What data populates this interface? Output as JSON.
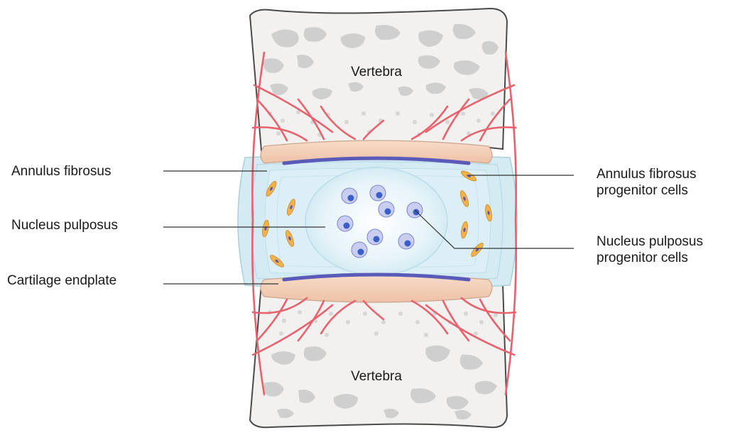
{
  "labels": {
    "vertebra_top": "Vertebra",
    "vertebra_bottom": "Vertebra",
    "annulus_fibrosus": "Annulus fibrosus",
    "nucleus_pulposus": "Nucleus pulposus",
    "cartilage_endplate": "Cartilage endplate",
    "af_progenitor_line1": "Annulus fibrosus",
    "af_progenitor_line2": "progenitor cells",
    "np_progenitor_line1": "Nucleus pulposus",
    "np_progenitor_line2": "progenitor cells"
  },
  "colors": {
    "bone_fill": "#f2f1ef",
    "bone_outline": "#4a4a4a",
    "trabecula": "#cfcfcf",
    "vessel": "#e8626e",
    "endplate": "#f4d2bc",
    "endplate_line": "#5a5ab8",
    "annulus": "#d8ecf3",
    "annulus_dark": "#bfe0ec",
    "nucleus": "#eaf6fb",
    "nucleus_cell_membrane": "#c9cdf0",
    "nucleus_cell_core": "#3b5fc9",
    "af_cell": "#f2b14a",
    "af_cell_core": "#5a5ab8",
    "leader_line": "#333333"
  }
}
